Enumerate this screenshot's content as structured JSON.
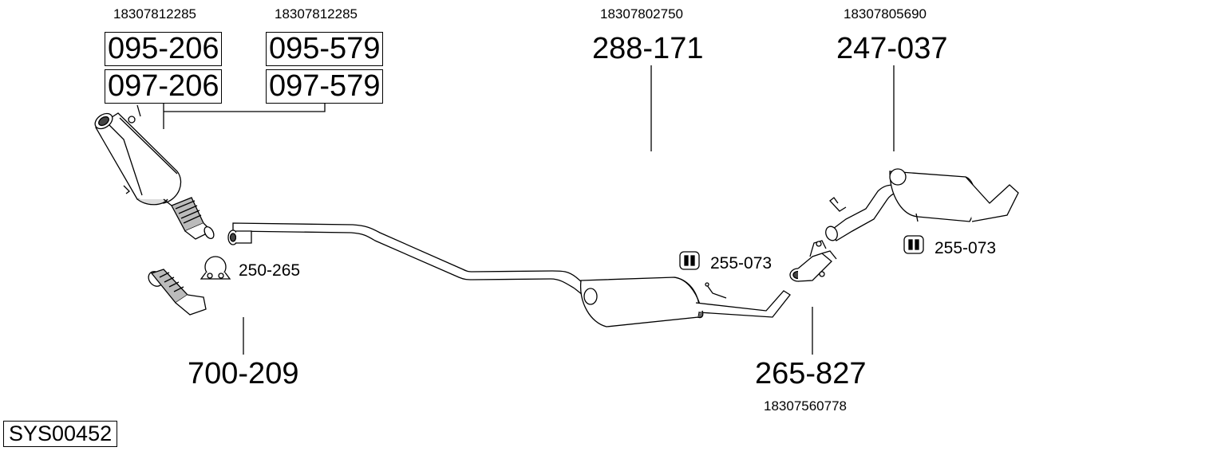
{
  "oem_numbers": {
    "dpf_a": "18307812285",
    "dpf_b": "18307812285",
    "middle": "18307802750",
    "rear": "18307805690",
    "front": "18307560778"
  },
  "part_numbers": {
    "dpf_a_1": "095-206",
    "dpf_a_2": "097-206",
    "dpf_b_1": "095-579",
    "dpf_b_2": "097-579",
    "middle_silencer": "288-171",
    "rear_silencer": "247-037",
    "front_pipe": "265-827",
    "flex_pipe": "700-209"
  },
  "accessories": {
    "clamp": "250-265",
    "hanger_mid": "255-073",
    "hanger_rear": "255-073"
  },
  "system_code": "SYS00452",
  "colors": {
    "line": "#000000",
    "part_fill": "#ffffff",
    "shade": "#c9c9c9"
  }
}
